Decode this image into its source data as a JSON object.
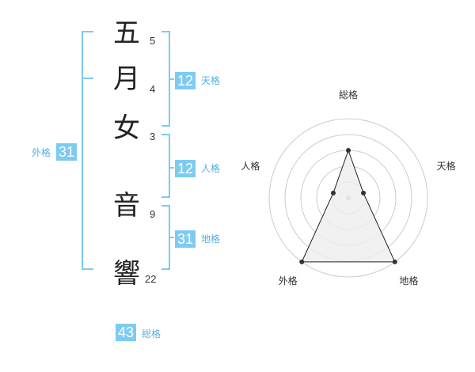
{
  "characters": [
    {
      "char": "五",
      "strokes": "5"
    },
    {
      "char": "月",
      "strokes": "4"
    },
    {
      "char": "女",
      "strokes": "3"
    },
    {
      "char": "音",
      "strokes": "9"
    },
    {
      "char": "響",
      "strokes": "22"
    }
  ],
  "fortunes": {
    "tenkaku": {
      "value": "12",
      "label": "天格"
    },
    "jinkaku": {
      "value": "12",
      "label": "人格"
    },
    "chikaku": {
      "value": "31",
      "label": "地格"
    },
    "gaikaku": {
      "value": "31",
      "label": "外格"
    },
    "soukaku": {
      "value": "43",
      "label": "総格"
    }
  },
  "radar": {
    "axes": [
      "総格",
      "天格",
      "地格",
      "外格",
      "人格"
    ],
    "levels": 5,
    "values": [
      3,
      1,
      5,
      5,
      1
    ],
    "max": 5,
    "grid_color": "#cccccc",
    "fill_color": "#eeeeee",
    "line_color": "#222222"
  },
  "colors": {
    "accent": "#7ecbf2",
    "label": "#5aaee0"
  }
}
